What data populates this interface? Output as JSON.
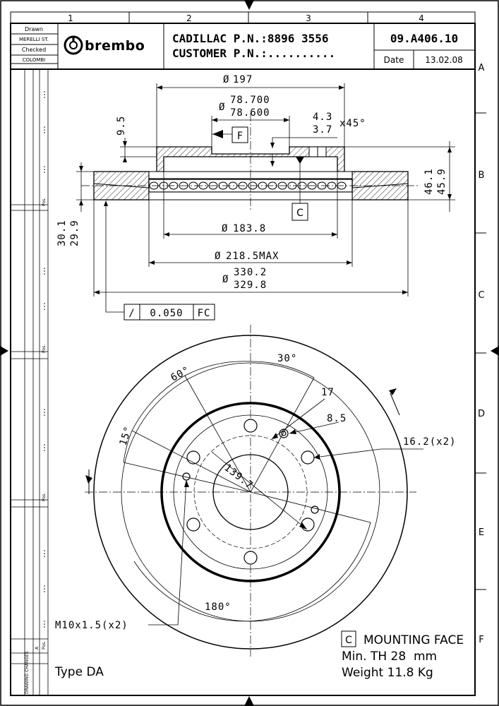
{
  "title_block": {
    "drawn_label": "Drawn",
    "drawn_name": "MERELLI ST.",
    "checked_label": "Checked",
    "checked_name": "COLOMBI",
    "brand": "brembo",
    "part_line": "CADILLAC P.N.:8896 3556",
    "customer_line": "CUSTOMER P.N.:..........",
    "drawing_number": "09.A406.10",
    "date_label": "Date",
    "date_value": "13.02.08"
  },
  "grid": {
    "columns": [
      "1",
      "2",
      "3",
      "4"
    ],
    "rows": [
      "A",
      "B",
      "C",
      "D",
      "E",
      "F"
    ]
  },
  "section_view": {
    "d_outer_hat": "197",
    "d_pilot_max": "78.700",
    "d_pilot_min": "78.600",
    "hat_offset": "9.5",
    "chamfer_max": "4.3",
    "chamfer_min": "3.7",
    "chamfer_angle": "x45°",
    "datum_f": "F",
    "datum_c": "C",
    "height_max": "46.1",
    "height_min": "45.9",
    "thickness_max": "30.1",
    "thickness_min": "29.9",
    "d_hat_inner": "183.8",
    "d_vent_max": "218.5MAX",
    "d_outer_max": "330.2",
    "d_outer_min": "329.8",
    "tolerance_symbol": "/",
    "tolerance_value": "0.050",
    "tolerance_datums": "FC"
  },
  "plan_view": {
    "angle_30": "30°",
    "angle_60": "60°",
    "angle_15": "15°",
    "angle_180": "180°",
    "hole_17": "17",
    "hole_85": "8.5",
    "stud_holes": "16.2(x2)",
    "pcd": "139.7",
    "thread": "M10x1.5(x2)"
  },
  "notes": {
    "mounting_code": "C",
    "mounting_face": "MOUNTING FACE",
    "min_thickness": "Min. TH 28  mm",
    "weight": "Weight 11.8 Kg",
    "type": "Type DA"
  },
  "revision_table": {
    "pos_label": "Pos.",
    "drawing_changes": "DRAWING CHANGES",
    "a_label": "A"
  }
}
